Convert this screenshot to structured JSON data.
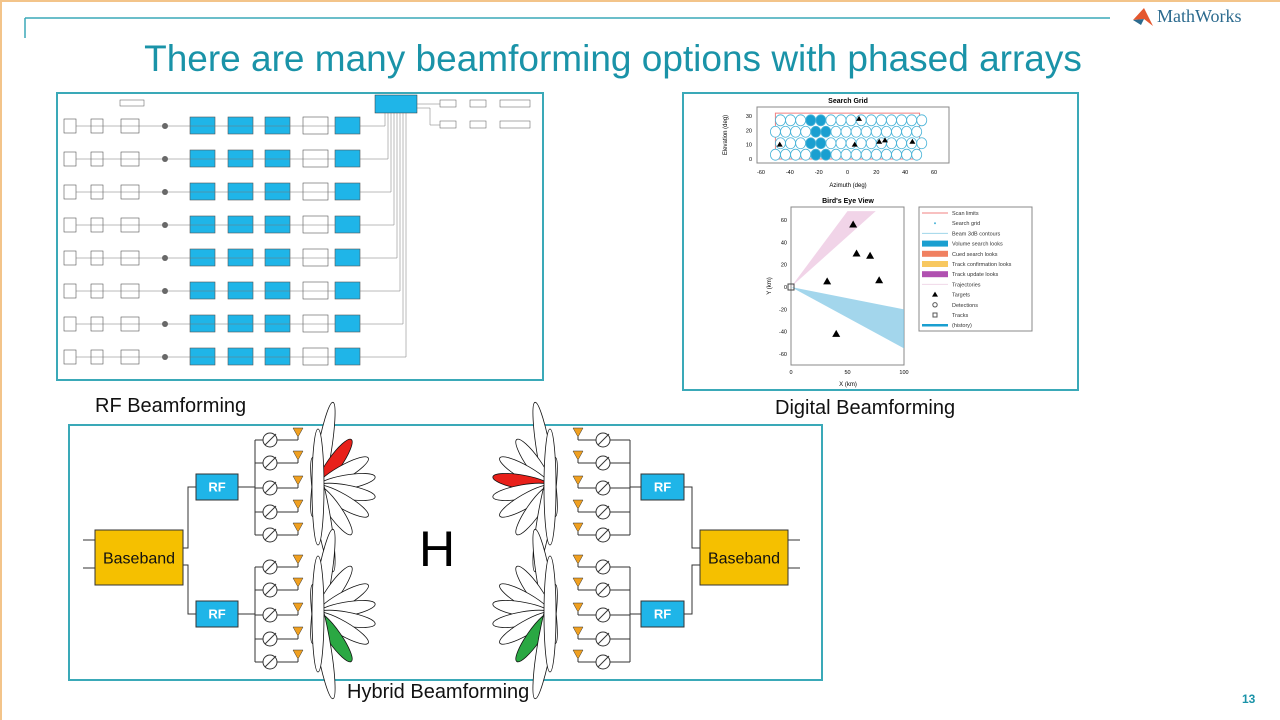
{
  "slide": {
    "title": "There are many beamforming options with phased arrays",
    "brand": "MathWorks",
    "page_number": "13",
    "colors": {
      "accent": "#1a93a8",
      "block_blue": "#1fb5e8",
      "baseband": "#f5c000",
      "red_lobe": "#e8201a",
      "green_lobe": "#2aa843",
      "antenna": "#f0a020"
    }
  },
  "rf": {
    "caption": "RF Beamforming"
  },
  "digital": {
    "caption": "Digital Beamforming",
    "search_grid": {
      "title": "Search Grid",
      "xlabel": "Azimuth (deg)",
      "ylabel": "Elevation (deg)",
      "xticks": [
        "-60",
        "-40",
        "-20",
        "0",
        "20",
        "40",
        "60"
      ],
      "yticks": [
        "0",
        "10",
        "20",
        "30"
      ]
    },
    "birds_eye": {
      "title": "Bird's Eye View",
      "xlabel": "X (km)",
      "ylabel": "Y (km)",
      "xticks": [
        "0",
        "50",
        "100"
      ],
      "yticks": [
        "-60",
        "-40",
        "-20",
        "0",
        "20",
        "40",
        "60"
      ]
    },
    "legend": [
      "Scan limits",
      "Search grid",
      "Beam 3dB contours",
      "Volume search looks",
      "Cued search looks",
      "Track confirmation looks",
      "Track update looks",
      "Trajectories",
      "Targets",
      "Detections",
      "Tracks",
      "(history)"
    ]
  },
  "hybrid": {
    "caption": "Hybrid Beamforming",
    "baseband_label": "Baseband",
    "rf_label": "RF",
    "channel_label": "H"
  }
}
